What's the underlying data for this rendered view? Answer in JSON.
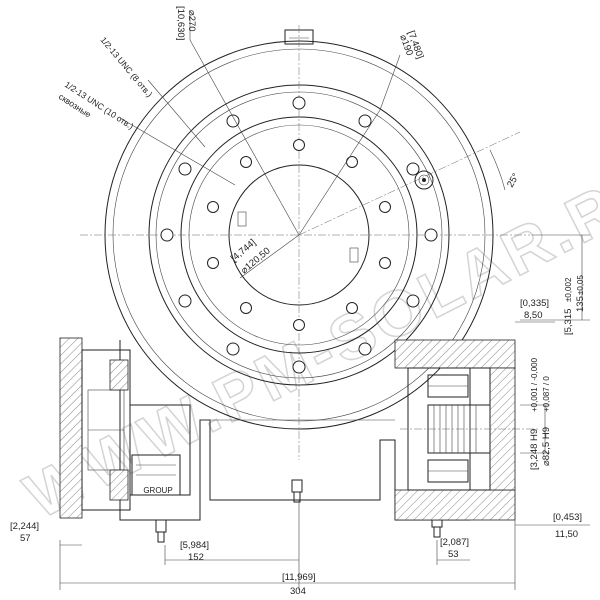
{
  "diagram": {
    "watermark": "WWW.PM-SOLAR.RU",
    "brand_text": "GROUP",
    "plate_lines": [
      "",
      "",
      ""
    ],
    "notes": {
      "thread_8": "1/2-13 UNC (8 отв.)",
      "thread_10": "1/2-13 UNC (10 отв.)",
      "thread_10_sub": "сквозные",
      "angle": "25°"
    },
    "dimensions": {
      "d270_in": "[10,630]",
      "d270_mm": "⌀270",
      "d190_in": "[7,480]",
      "d190_mm": "⌀190",
      "d120_in": "[4,744]",
      "d120_mm": "⌀120,50",
      "right_top_in": "[0,335]",
      "right_top_mm": "8,50",
      "height_in": "[5,315",
      "height_in_tol": "±0,002",
      "height_mm": "135",
      "height_mm_tol": "±0,05",
      "bore_in": "[3,248 H9",
      "bore_in_tol": "+0,001 / -0,000",
      "bore_mm": "⌀82,5 H9",
      "bore_mm_tol": "+0,087 / 0",
      "right_low_in": "[0,453]",
      "right_low_mm": "11,50",
      "left_in": "[2,244]",
      "left_mm": "57",
      "center_in": "[5,984]",
      "center_mm": "152",
      "shaft_in": "[2,087]",
      "shaft_mm": "53",
      "total_in": "[11,969]",
      "total_mm": "304"
    }
  }
}
